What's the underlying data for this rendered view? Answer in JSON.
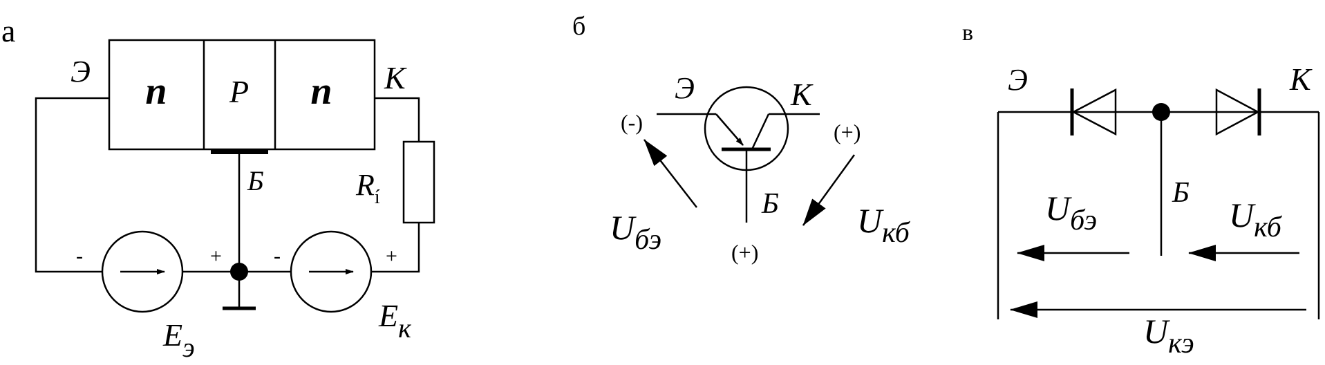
{
  "panel_a": {
    "label": "а",
    "emitter": "Э",
    "collector": "К",
    "base": "Б",
    "region_left": "n",
    "region_mid": "P",
    "region_right": "n",
    "resistor_main": "R",
    "resistor_sub": "í",
    "src_emitter_main": "E",
    "src_emitter_sub": "э",
    "src_collector_main": "E",
    "src_collector_sub": "к",
    "sign_minus_1": "-",
    "sign_plus_1": "+",
    "sign_minus_2": "-",
    "sign_plus_2": "+"
  },
  "panel_b": {
    "label": "б",
    "emitter": "Э",
    "collector": "К",
    "base": "Б",
    "pol_emitter": "(-)",
    "pol_collector": "(+)",
    "pol_base": "(+)",
    "u_be_main": "U",
    "u_be_sub": "бэ",
    "u_kb_main": "U",
    "u_kb_sub": "кб"
  },
  "panel_c": {
    "label": "в",
    "emitter": "Э",
    "collector": "К",
    "base": "Б",
    "u_be_main": "U",
    "u_be_sub": "бэ",
    "u_kb_main": "U",
    "u_kb_sub": "кб",
    "u_ke_main": "U",
    "u_ke_sub": "кэ"
  }
}
